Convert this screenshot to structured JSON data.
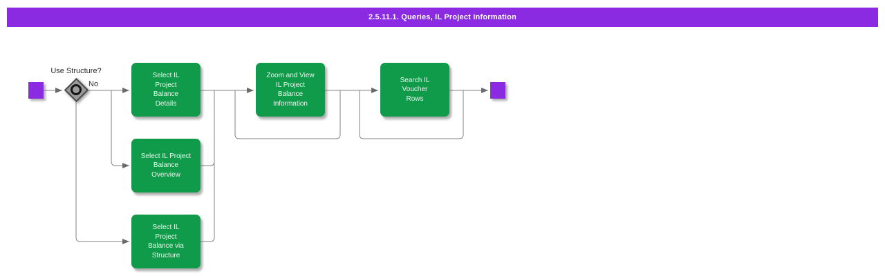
{
  "title_bar": {
    "title": "2.5.11.1. Queries, IL Project Information"
  },
  "flow": {
    "decision": {
      "question": "Use Structure?",
      "branch_label": "No"
    },
    "tasks": [
      {
        "id": "select-il-project-balance-details",
        "label": "Select IL\nProject\nBalance\nDetails"
      },
      {
        "id": "select-il-project-balance-overview",
        "label": "Select IL Project\nBalance\nOverview"
      },
      {
        "id": "select-il-project-balance-via-structure",
        "label": "Select IL\nProject\nBalance via\nStructure"
      },
      {
        "id": "zoom-and-view-il-project-balance-information",
        "label": "Zoom and View\nIL Project\nBalance\nInformation"
      },
      {
        "id": "search-il-voucher-rows",
        "label": "Search IL\nVoucher\nRows"
      }
    ]
  },
  "colors": {
    "accent_purple": "#8A2BE2",
    "task_green": "#0F9B49",
    "task_text": "#ECF7EF",
    "line_gray": "#808080",
    "arrow_gray": "#6B6B6B",
    "decision_gray": "#9A9A9A",
    "label_text": "#2B2B2B",
    "title_text": "#FFFFFF",
    "background": "#FFFFFF"
  }
}
